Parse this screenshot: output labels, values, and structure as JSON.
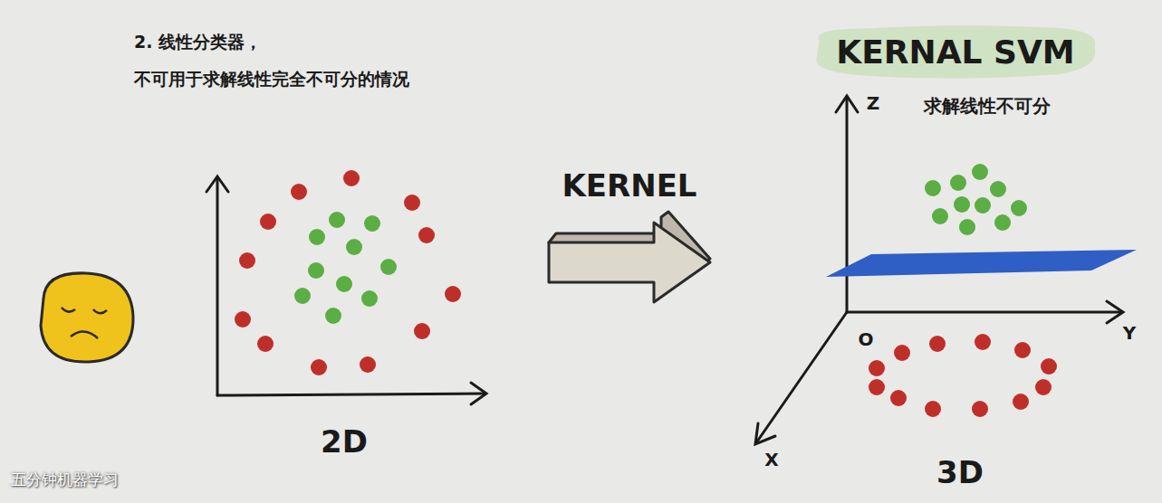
{
  "diagram": {
    "nodes": [
      {
        "text": [
          "2D"
        ]
      },
      {
        "text": [
          "3D"
        ]
      },
      {
        "text": [
          "KERNAL SVM"
        ]
      }
    ],
    "edges": [
      {
        "from": 0,
        "to": 1,
        "arrow": "to",
        "label": "KERNEL"
      }
    ],
    "labels": [
      "2. 线性分类器，",
      "不可用于求解线性完全不可分的情况",
      "求解线性不可分",
      "Z",
      "Y",
      "O",
      "X",
      "五分钟机器学习"
    ]
  }
}
